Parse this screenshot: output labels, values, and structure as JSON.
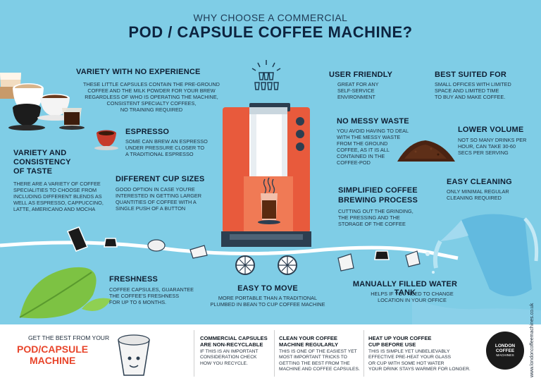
{
  "title": {
    "supertitle": "WHY CHOOSE A COMMERCIAL",
    "main": "POD / CAPSULE COFFEE MACHINE?"
  },
  "sections": {
    "variety_no_experience": {
      "heading": "VARIETY WITH NO EXPERIENCE",
      "body": [
        "THESE LITTLE CAPSULES CONTAIN THE PRE-GROUND",
        "COFFEE AND THE MILK  POWDER FOR YOUR BREW",
        "REGARDLESS OF WHO IS OPERATING THE MACHINE,",
        "CONSISTENT SPECIALTY COFFEES,",
        "NO TRAINING REQUIRED"
      ]
    },
    "espresso": {
      "heading": "ESPRESSO",
      "body": [
        "SOME CAN BREW AN ESPRESSO",
        "UNDER PRESSURE CLOSER TO",
        "A TRADITIONAL ESPRESSO"
      ]
    },
    "variety_consistency": {
      "heading": [
        "VARIETY AND",
        "CONSISTENCY",
        "OF TASTE"
      ],
      "body": [
        "THERE ARE A VARIETY OF COFFEE",
        "SPECIALITIES TO CHOOSE FROM",
        "INCLUDING DIFFERENT BLENDS AS",
        "WELL AS ESPRESSO, CAPPUCCINO,",
        "LATTE, AMERICANO AND MOCHA"
      ]
    },
    "cup_sizes": {
      "heading": "DIFFERENT CUP SIZES",
      "body": [
        "GOOD OPTION IN CASE YOU'RE",
        "INTERESTED IN GETTING LARGER",
        "QUANTITIES OF COFFEE WITH A",
        "SINGLE PUSH OF A BUTTON"
      ]
    },
    "user_friendly": {
      "heading": "USER FRIENDLY",
      "body": [
        "GREAT FOR ANY",
        "SELF-SERVICE",
        "ENVIRONMENT"
      ]
    },
    "best_suited": {
      "heading": "BEST SUITED FOR",
      "body": [
        "SMALL OFFICES WITH LIMITED",
        "SPACE AND LIMITED TIME",
        "TO BUY AND MAKE COFFEE."
      ]
    },
    "no_mess": {
      "heading": "NO MESSY WASTE",
      "body": [
        "YOU AVOID HAVING TO DEAL",
        "WITH THE MESSY WASTE",
        "FROM THE GROUND",
        "COFFEE, AS IT IS ALL",
        "CONTAINED IN THE",
        "COFFEE-POD"
      ]
    },
    "lower_volume": {
      "heading": "LOWER VOLUME",
      "body": [
        "NOT SO MANY DRINKS PER",
        "HOUR, CAN TAKE 30-60",
        "SECS PER SERVING"
      ]
    },
    "easy_cleaning": {
      "heading": "EASY CLEANING",
      "body": [
        "ONLY MINIMAL REGULAR",
        "CLEANING REQUIRED"
      ]
    },
    "simplified": {
      "heading": [
        "SIMPLIFIED COFFEE",
        "BREWING PROCESS"
      ],
      "body": [
        "CUTTING OUT THE GRINDING,",
        "THE PRESSING AND THE",
        "STORAGE OF THE COFFEE"
      ]
    },
    "freshness": {
      "heading": "FRESHNESS",
      "body": [
        "COFFEE CAPSULES, GUARANTEE",
        "THE COFFEE'S FRESHNESS",
        "FOR UP TO 6 MONTHS."
      ]
    },
    "easy_move": {
      "heading": "EASY TO MOVE",
      "body": [
        "MORE PORTABLE THAN A TRADITIONAL",
        "PLUMBED IN BEAN TO CUP COFFEE MACHINE"
      ]
    },
    "water_tank": {
      "heading": "MANUALLY FILLED WATER TANK",
      "body": [
        "HELPS IF YOU NEED TO CHANGE",
        "LOCATION IN YOUR OFFICE"
      ]
    }
  },
  "footer": {
    "promo_small": "GET THE BEST FROM YOUR",
    "promo_big": [
      "POD/CAPSULE",
      "MACHINE"
    ],
    "tips": [
      {
        "heading": [
          "COMMERCIAL CAPSULES",
          "ARE NON-RECYCLABLE"
        ],
        "body": [
          "IF THIS IS AN IMPORTANT",
          "CONSIDERATION CHECK",
          "HOW YOU RECYCLE."
        ]
      },
      {
        "heading": [
          "CLEAN YOUR COFFEE",
          "MACHINE REGULARLY"
        ],
        "body": [
          "THIS IS ONE OF THE EASIEST YET",
          "MOST IMPORTANT TRICKS TO",
          "GETTING THE BEST FROM THE",
          "MACHINE AND COFFEE CAPSULES."
        ]
      },
      {
        "heading": [
          "HEAT UP YOUR COFFEE",
          "CUP BEFORE USE"
        ],
        "body": [
          "THIS IS SIMPLE YET UNBELIEVABLY",
          "EFFECTIVE PRE-HEAT YOUR GLASS",
          "OR CUP WITH SOME HOT WATER",
          "YOUR DRINK STAYS WARMER FOR LONGER."
        ]
      }
    ],
    "logo": [
      "LONDON",
      "COFFEE",
      "MACHINES"
    ],
    "url": "www.londoncoffeemachines.co.uk"
  },
  "colors": {
    "background": "#7fcde6",
    "machine_red": "#e85a3c",
    "machine_dark": "#2c3e50",
    "leaf_green": "#7dc243",
    "accent_red": "#e8452b",
    "text_dark": "#0f1f33"
  }
}
